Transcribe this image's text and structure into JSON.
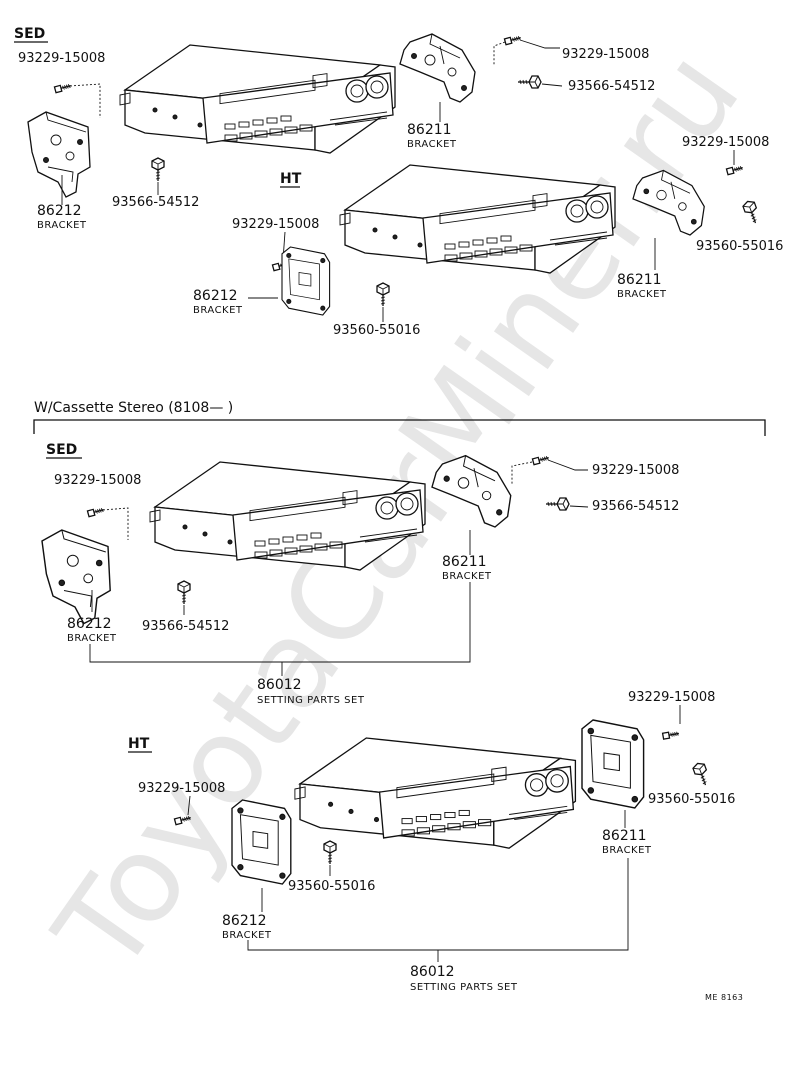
{
  "watermark": "ToyotaCarMiner.ru",
  "top": {
    "sed_label": "SED",
    "ht_label": "HT",
    "sed": {
      "screw_left": "93229-15008",
      "screw_right": "93229-15008",
      "bolt_right": "93566-54512",
      "bolt_left": "93566-54512",
      "bracket_left_no": "86212",
      "bracket_left_name": "BRACKET",
      "bracket_right_no": "86211",
      "bracket_right_name": "BRACKET"
    },
    "ht": {
      "screw_left": "93229-15008",
      "screw_right": "93229-15008",
      "bolt_left": "93560-55016",
      "bolt_right": "93560-55016",
      "bracket_left_no": "86212",
      "bracket_left_name": "BRACKET",
      "bracket_right_no": "86211",
      "bracket_right_name": "BRACKET"
    }
  },
  "bottom": {
    "section_title": "W/Cassette Stereo (8108—        )",
    "sed_label": "SED",
    "ht_label": "HT",
    "sed": {
      "screw_left": "93229-15008",
      "screw_right": "93229-15008",
      "bolt_right": "93566-54512",
      "bolt_left": "93566-54512",
      "bracket_left_no": "86212",
      "bracket_left_name": "BRACKET",
      "bracket_right_no": "86211",
      "bracket_right_name": "BRACKET",
      "set_no": "86012",
      "set_name": "SETTING PARTS SET"
    },
    "ht": {
      "screw_right": "93229-15008",
      "screw_left": "93229-15008",
      "bolt_right": "93560-55016",
      "bolt_left": "93560-55016",
      "bracket_right_no": "86211",
      "bracket_right_name": "BRACKET",
      "bracket_left_no": "86212",
      "bracket_left_name": "BRACKET",
      "set_no": "86012",
      "set_name": "SETTING PARTS SET"
    }
  },
  "figure_code": "ME  8163"
}
